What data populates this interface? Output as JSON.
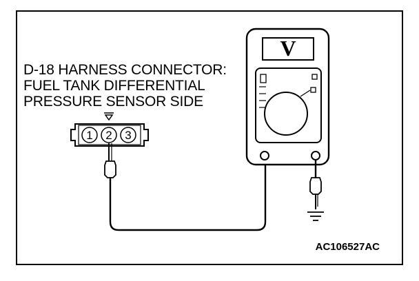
{
  "title_lines": [
    "D-18 HARNESS CONNECTOR:",
    "FUEL TANK DIFFERENTIAL",
    "PRESSURE SENSOR SIDE"
  ],
  "connector": {
    "pins": [
      "1",
      "2",
      "3"
    ]
  },
  "meter": {
    "unit": "V"
  },
  "figure_code": "AC106527AC"
}
